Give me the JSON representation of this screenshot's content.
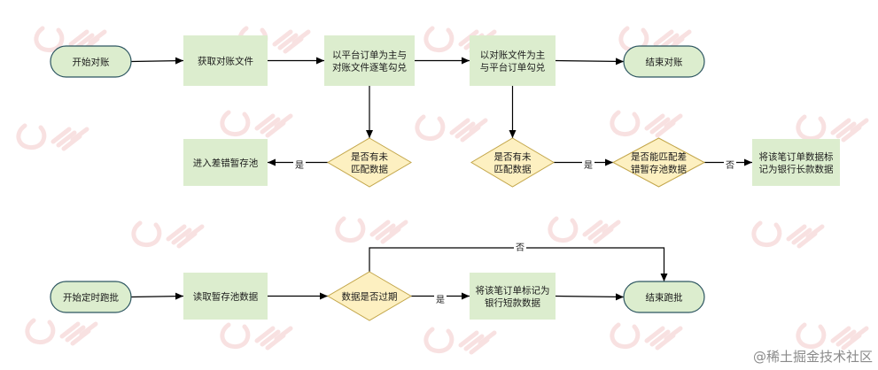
{
  "watermark": "@稀土掘金技术社区",
  "colors": {
    "terminal_fill": "#dcedce",
    "terminal_stroke": "#2c5560",
    "process_fill": "#dcedce",
    "decision_fill": "#fdf0c1",
    "decision_stroke": "#c3a64a",
    "line": "#000000"
  },
  "nodes": [
    {
      "id": "start1",
      "kind": "terminal",
      "lines": [
        "开始对账"
      ]
    },
    {
      "id": "fetch",
      "kind": "process",
      "lines": [
        "获取对账文件"
      ]
    },
    {
      "id": "check1",
      "kind": "process",
      "lines": [
        "以平台订单为主与",
        "对账文件逐笔勾兑"
      ]
    },
    {
      "id": "check2",
      "kind": "process",
      "lines": [
        "以对账文件为主",
        "与平台订单勾兑"
      ]
    },
    {
      "id": "end1",
      "kind": "terminal",
      "lines": [
        "结束对账"
      ]
    },
    {
      "id": "pool",
      "kind": "process",
      "lines": [
        "进入差错暂存池"
      ]
    },
    {
      "id": "d1",
      "kind": "decision",
      "lines": [
        "是否有未",
        "匹配数据"
      ]
    },
    {
      "id": "d2",
      "kind": "decision",
      "lines": [
        "是否有未",
        "匹配数据"
      ]
    },
    {
      "id": "d3",
      "kind": "decision",
      "lines": [
        "是否能匹配差",
        "错暂存池数据"
      ]
    },
    {
      "id": "mark_long",
      "kind": "process",
      "lines": [
        "将该笔订单数据标",
        "记为银行长款数据"
      ]
    },
    {
      "id": "start2",
      "kind": "terminal",
      "lines": [
        "开始定时跑批"
      ]
    },
    {
      "id": "readpool",
      "kind": "process",
      "lines": [
        "读取暂存池数据"
      ]
    },
    {
      "id": "d4",
      "kind": "decision",
      "lines": [
        "数据是否过期"
      ]
    },
    {
      "id": "mark_short",
      "kind": "process",
      "lines": [
        "将该笔订单标记为",
        "银行短款数据"
      ]
    },
    {
      "id": "end2",
      "kind": "terminal",
      "lines": [
        "结束跑批"
      ]
    }
  ],
  "edges": [
    {
      "from": "start1",
      "to": "fetch",
      "label": ""
    },
    {
      "from": "fetch",
      "to": "check1",
      "label": ""
    },
    {
      "from": "check1",
      "to": "check2",
      "label": ""
    },
    {
      "from": "check2",
      "to": "end1",
      "label": ""
    },
    {
      "from": "check1",
      "to": "d1",
      "label": ""
    },
    {
      "from": "d1",
      "to": "pool",
      "label": "是"
    },
    {
      "from": "check2",
      "to": "d2",
      "label": ""
    },
    {
      "from": "d2",
      "to": "d3",
      "label": "是"
    },
    {
      "from": "d3",
      "to": "mark_long",
      "label": "否"
    },
    {
      "from": "start2",
      "to": "readpool",
      "label": ""
    },
    {
      "from": "readpool",
      "to": "d4",
      "label": ""
    },
    {
      "from": "d4",
      "to": "mark_short",
      "label": "是"
    },
    {
      "from": "mark_short",
      "to": "end2",
      "label": ""
    },
    {
      "from": "d4",
      "to": "end2",
      "label": "否"
    }
  ]
}
